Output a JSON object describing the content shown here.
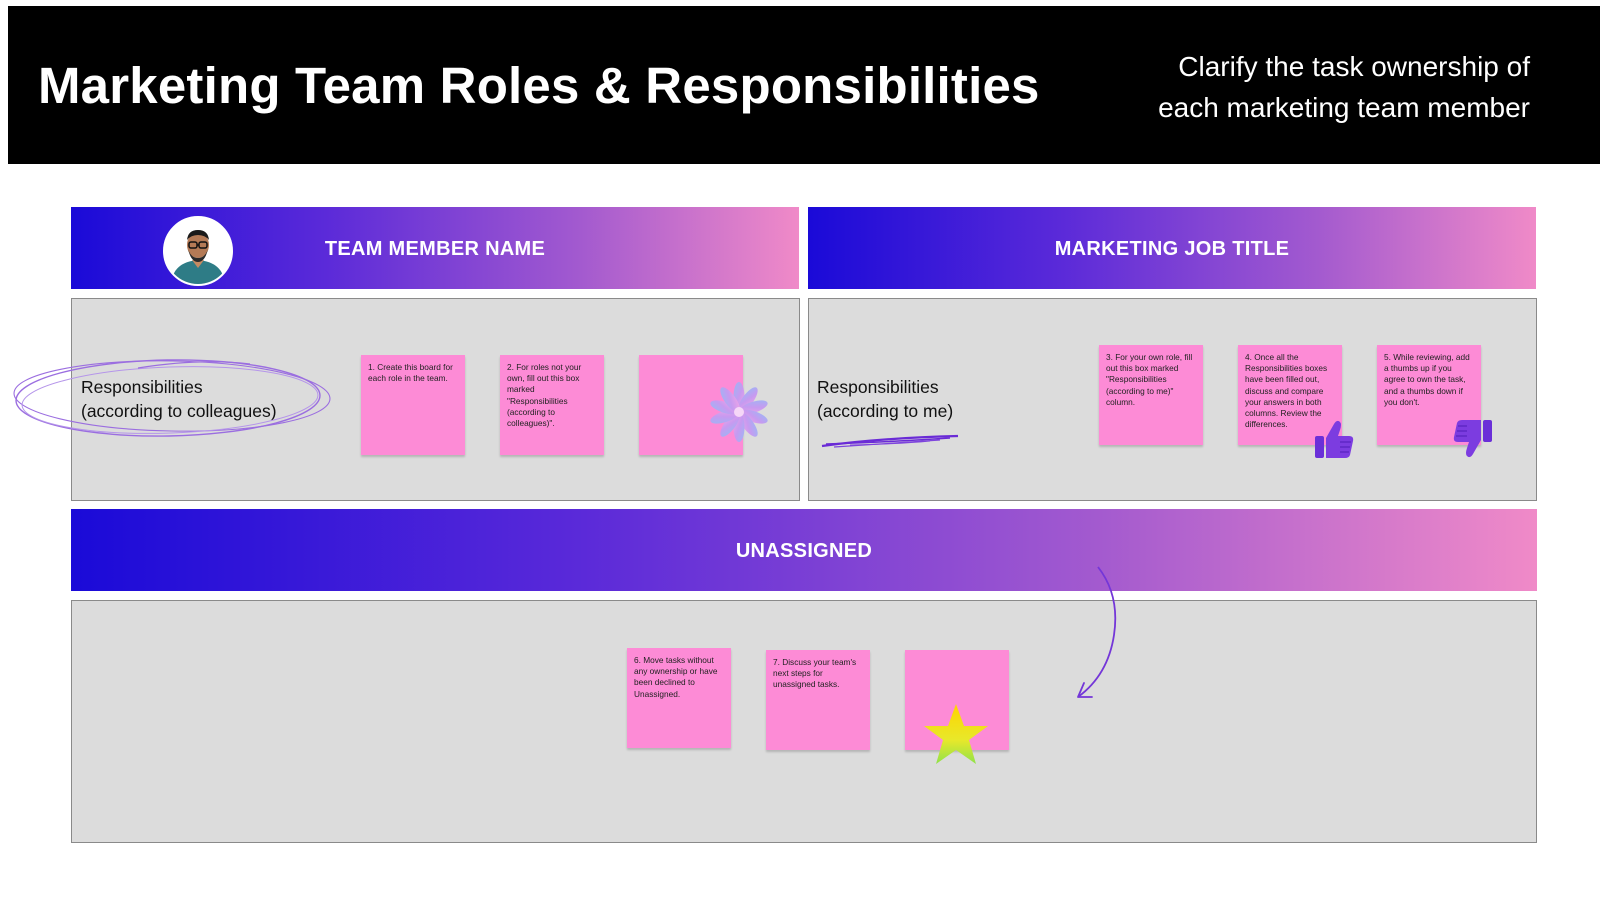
{
  "header": {
    "title": "Marketing Team Roles & Responsibilities",
    "subtitle_line1": "Clarify the task ownership of",
    "subtitle_line2": "each marketing team member"
  },
  "left": {
    "band_label": "TEAM MEMBER NAME",
    "resp_line1": "Responsibilities",
    "resp_line2": "(according to colleagues)",
    "notes": [
      "1. Create this board for each role in the team.",
      "2. For roles not your own, fill out this box marked \"Responsibilities (according to colleagues)\"."
    ]
  },
  "right": {
    "band_label": "MARKETING JOB TITLE",
    "resp_line1": "Responsibilities",
    "resp_line2": "(according to me)",
    "notes": [
      "3. For your own role, fill out this box marked \"Responsibilities (according to me)\" column.",
      "4. Once all the Responsibilities boxes have been filled out, discuss and compare your answers in both columns. Review the differences.",
      "5. While reviewing, add a thumbs up if you agree to own the task, and a thumbs down if you don't."
    ]
  },
  "unassigned": {
    "band_label": "UNASSIGNED",
    "notes": [
      "6. Move tasks without any ownership or have been declined to Unassigned.",
      "7. Discuss your team's next steps for unassigned tasks."
    ]
  },
  "icons": {
    "avatar": "person-avatar",
    "flower": "flower-icon",
    "thumbs_up": "thumbs-up-icon",
    "thumbs_down": "thumbs-down-icon",
    "star": "star-icon",
    "arrow": "curved-arrow-icon"
  },
  "colors": {
    "note": "#fd8bd6",
    "gradient_start": "#1a0ad8",
    "gradient_end": "#f08ac8",
    "panel": "#dcdcdc",
    "scribble": "#7a35d8"
  }
}
